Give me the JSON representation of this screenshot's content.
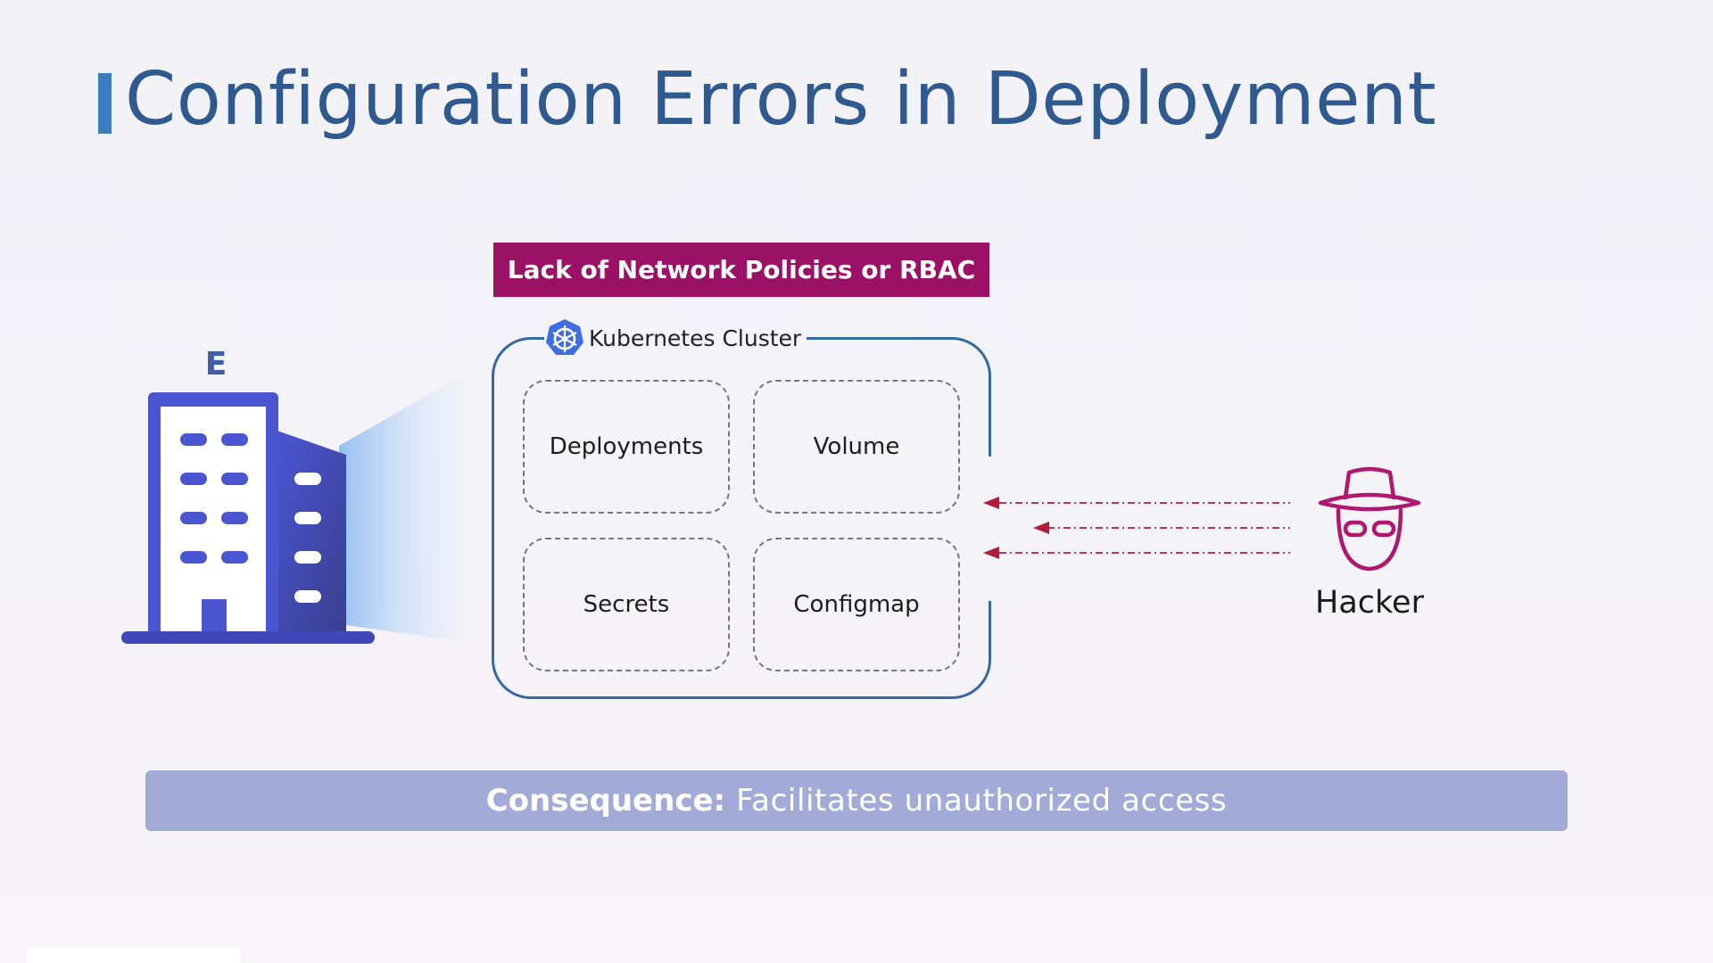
{
  "title": "Configuration Errors in Deployment",
  "policy_label": "Lack of Network Policies or RBAC",
  "cluster": {
    "title": "Kubernetes Cluster",
    "icon": "kubernetes-helm-icon",
    "resources": [
      {
        "label": "Deployments"
      },
      {
        "label": "Volume"
      },
      {
        "label": "Secrets"
      },
      {
        "label": "Configmap"
      }
    ]
  },
  "enterprise": {
    "letter": "E",
    "icon": "office-building-icon"
  },
  "attacker": {
    "label": "Hacker",
    "icon": "hacker-hat-icon"
  },
  "consequence": {
    "label": "Consequence:",
    "text": "Facilitates unauthorized access"
  },
  "colors": {
    "title": "#2f5a8f",
    "accent_bar": "#3d7cc0",
    "policy_label_bg": "#9b1165",
    "cluster_border": "#3569a3",
    "hacker": "#b0186f",
    "arrow": "#b01c3c",
    "building": "#4a55d0",
    "consequence_bg": "#a2abd8"
  }
}
